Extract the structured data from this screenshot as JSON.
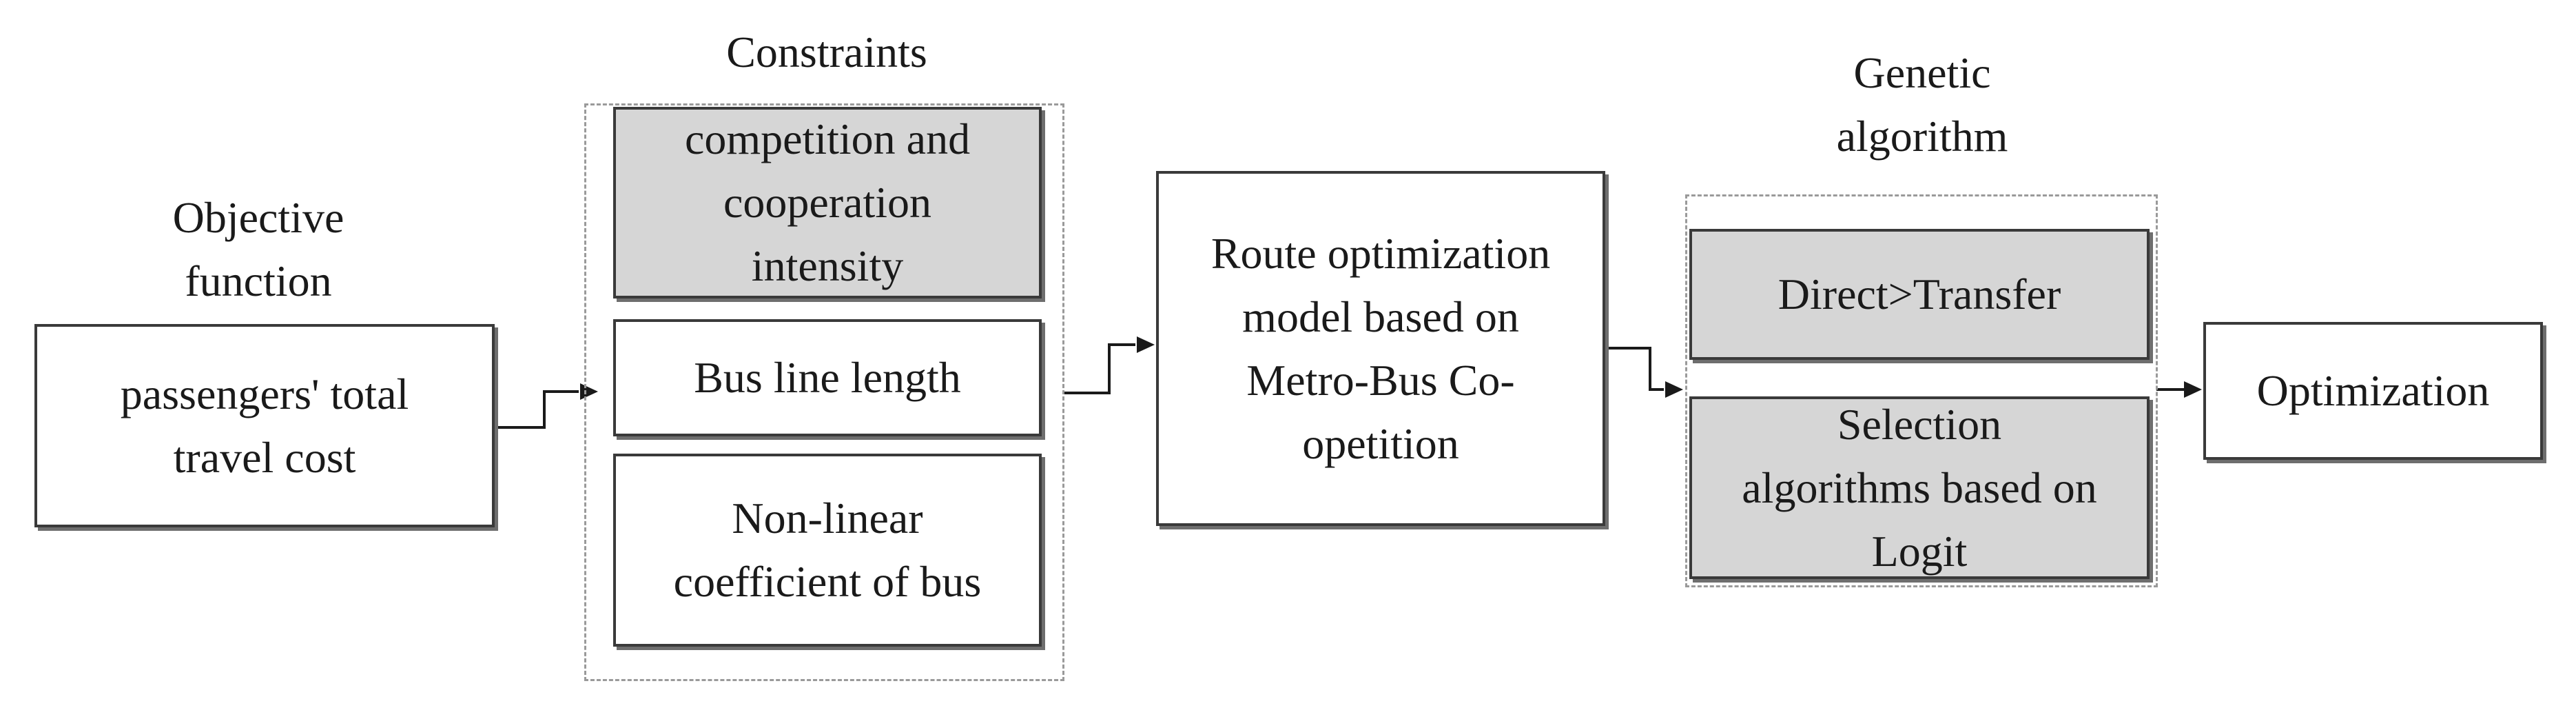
{
  "colors": {
    "box_border": "#3a3a3a",
    "shaded_fill": "#d6d6d6",
    "group_border": "#9a9a9a",
    "arrow": "#1a1a1a"
  },
  "objective": {
    "heading": "Objective\nfunction",
    "box": "passengers' total\ntravel cost"
  },
  "constraints": {
    "heading": "Constraints",
    "items": [
      "competition and\ncooperation\nintensity",
      "Bus line length",
      "Non-linear\ncoefficient of bus"
    ]
  },
  "model": {
    "box": "Route optimization\nmodel based on\nMetro-Bus Co-\nopetition"
  },
  "genetic": {
    "heading": "Genetic\nalgorithm",
    "items": [
      "Direct>Transfer",
      "Selection\nalgorithms based on\nLogit"
    ]
  },
  "optimization": {
    "box": "Optimization"
  }
}
